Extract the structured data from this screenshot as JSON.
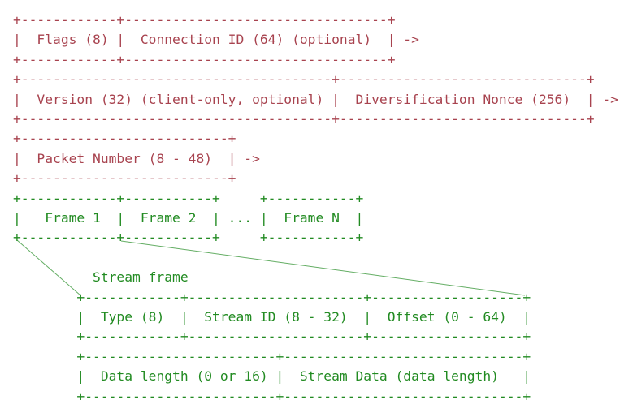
{
  "diagram": {
    "connector_color": "#228b22",
    "packet_section": {
      "color": "#a8434f",
      "lines": [
        "+------------+---------------------------------+",
        "|  Flags (8) |  Connection ID (64) (optional)  | ->",
        "+------------+---------------------------------+",
        "+---------------------------------------+-------------------------------+",
        "|  Version (32) (client-only, optional) |  Diversification Nonce (256)  | ->",
        "+---------------------------------------+-------------------------------+",
        "+--------------------------+",
        "|  Packet Number (8 - 48)  | ->",
        "+--------------------------+"
      ]
    },
    "frames_row": {
      "color": "#228b22",
      "lines": [
        "+------------+-----------+     +-----------+",
        "|   Frame 1  |  Frame 2  | ... |  Frame N  |",
        "+------------+-----------+     +-----------+"
      ]
    },
    "stream_frame": {
      "color": "#228b22",
      "label": "Stream frame",
      "lines": [
        "        +------------+----------------------+-------------------+",
        "        |  Type (8)  |  Stream ID (8 - 32)  |  Offset (0 - 64)  |",
        "        +------------+----------------------+-------------------+",
        "        +------------------------+------------------------------+",
        "        |  Data length (0 or 16) |  Stream Data (data length)   |",
        "        +------------------------+------------------------------+"
      ]
    },
    "semantics": {
      "packet_header_fields": [
        "Flags (8)",
        "Connection ID (64) (optional)",
        "Version (32) (client-only, optional)",
        "Diversification Nonce (256)",
        "Packet Number (8 - 48)"
      ],
      "payload_frames": [
        "Frame 1",
        "Frame 2",
        "...",
        "Frame N"
      ],
      "stream_frame_fields": [
        "Type (8)",
        "Stream ID (8 - 32)",
        "Offset (0 - 64)",
        "Data length (0 or 16)",
        "Stream Data (data length)"
      ]
    }
  }
}
